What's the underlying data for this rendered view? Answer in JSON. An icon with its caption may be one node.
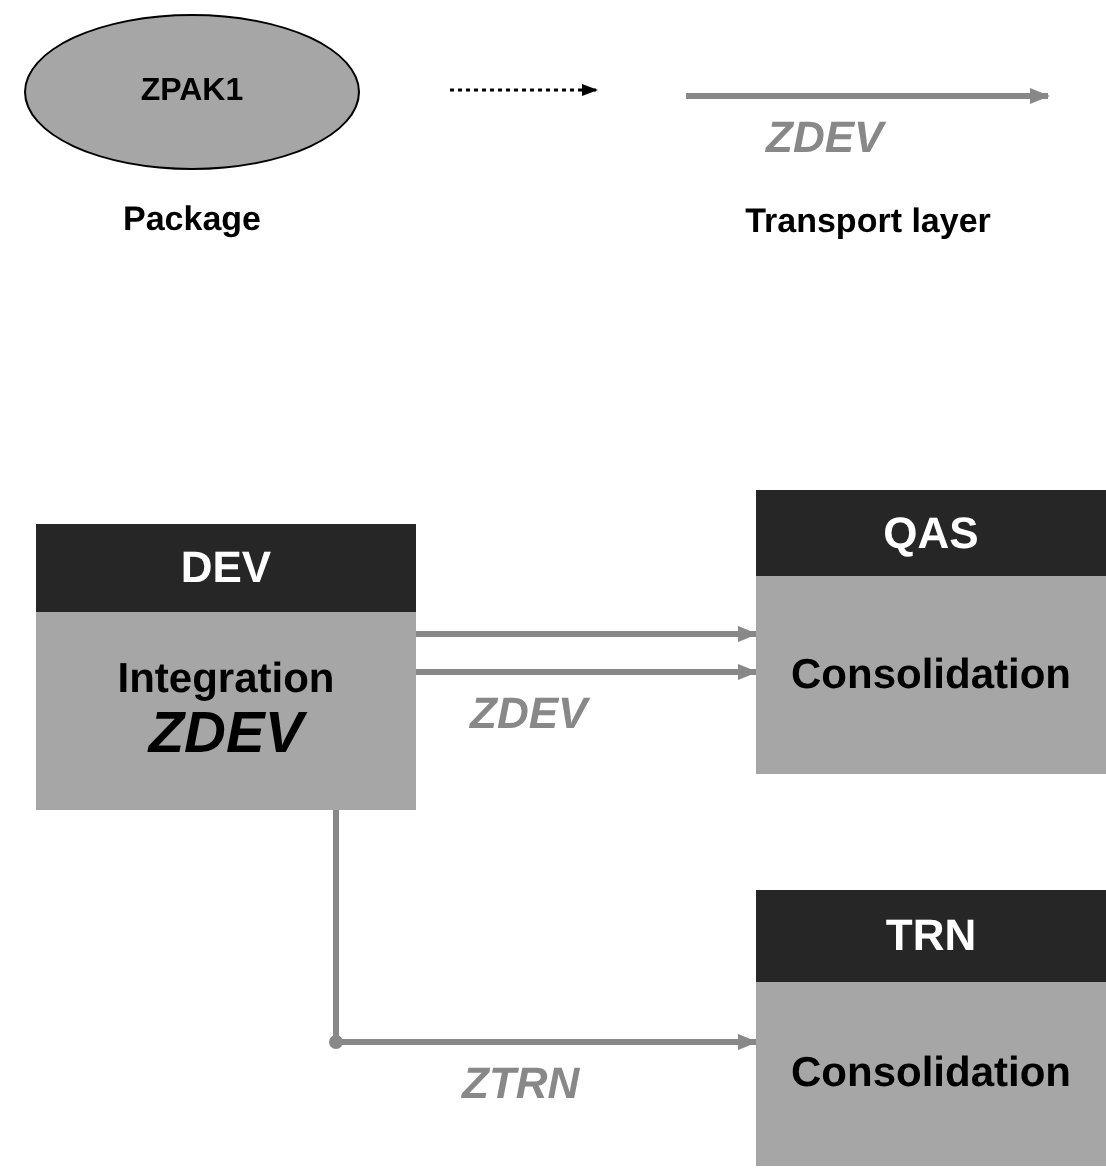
{
  "diagram": {
    "nodes": [
      {
        "text": [
          "ZPAK1"
        ],
        "beside": [
          "Package"
        ]
      },
      {
        "text": [
          "DEV",
          "Integration",
          "ZDEV"
        ]
      },
      {
        "text": [
          "QAS",
          "Consolidation"
        ]
      },
      {
        "text": [
          "TRN",
          "Consolidation"
        ]
      }
    ],
    "edges": [
      {
        "from": 1,
        "to": 2,
        "arrow": "to"
      },
      {
        "from": 1,
        "to": 2,
        "arrow": "to",
        "label": "ZDEV"
      },
      {
        "from": 1,
        "to": 3,
        "arrow": "to",
        "label": "ZTRN"
      }
    ],
    "labels": [
      "ZDEV",
      "Transport layer"
    ]
  }
}
